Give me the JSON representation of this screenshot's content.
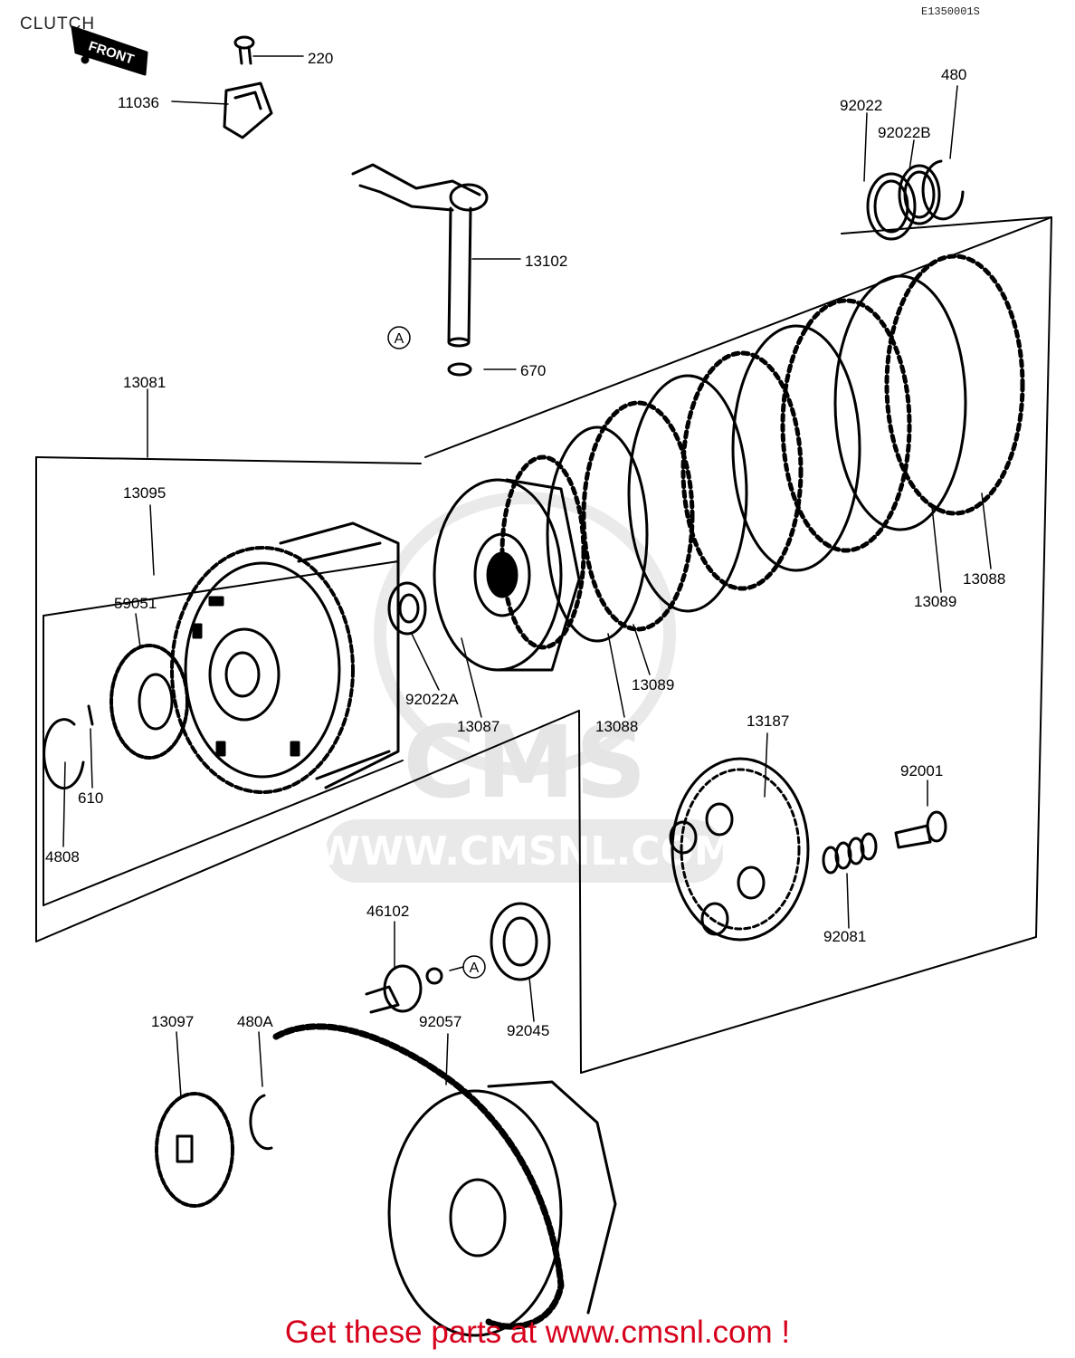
{
  "header": {
    "title": "CLUTCH",
    "diagram_code": "E1350001S"
  },
  "front_marker": {
    "label": "FRONT"
  },
  "parts": [
    {
      "id": "p220",
      "number": "220"
    },
    {
      "id": "p11036",
      "number": "11036"
    },
    {
      "id": "p13102",
      "number": "13102"
    },
    {
      "id": "p670",
      "number": "670"
    },
    {
      "id": "p92022",
      "number": "92022"
    },
    {
      "id": "p92022B",
      "number": "92022B"
    },
    {
      "id": "p480",
      "number": "480"
    },
    {
      "id": "p13081",
      "number": "13081"
    },
    {
      "id": "p13095",
      "number": "13095"
    },
    {
      "id": "p59051",
      "number": "59051"
    },
    {
      "id": "p92022A",
      "number": "92022A"
    },
    {
      "id": "p13087",
      "number": "13087"
    },
    {
      "id": "p13088a",
      "number": "13088"
    },
    {
      "id": "p13089a",
      "number": "13089"
    },
    {
      "id": "p13089b",
      "number": "13089"
    },
    {
      "id": "p13088b",
      "number": "13088"
    },
    {
      "id": "p610",
      "number": "610"
    },
    {
      "id": "p4808",
      "number": "4808"
    },
    {
      "id": "p13187",
      "number": "13187"
    },
    {
      "id": "p92001",
      "number": "92001"
    },
    {
      "id": "p92081",
      "number": "92081"
    },
    {
      "id": "p46102",
      "number": "46102"
    },
    {
      "id": "p92045",
      "number": "92045"
    },
    {
      "id": "p13097",
      "number": "13097"
    },
    {
      "id": "p480A",
      "number": "480A"
    },
    {
      "id": "p92057",
      "number": "92057"
    }
  ],
  "reference_marks": [
    "A",
    "A"
  ],
  "watermark": {
    "brand": "CMS",
    "url": "WWW.CMSNL.COM"
  },
  "footer": {
    "text": "Get these parts at www.cmsnl.com !"
  },
  "colors": {
    "footer_text": "#d6001c",
    "watermark": "#d8d8d8",
    "lines": "#000000"
  }
}
